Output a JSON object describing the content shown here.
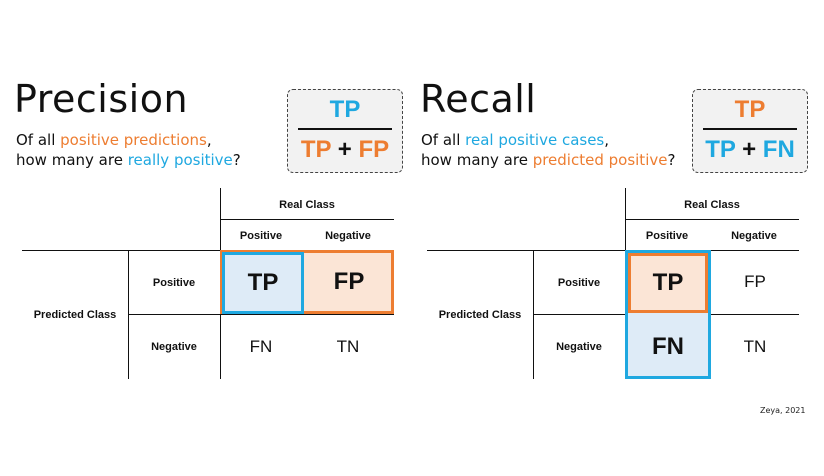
{
  "precision": {
    "title": "Precision",
    "line1_pre": "Of all ",
    "line1_hl": "positive predictions",
    "line1_post": ",",
    "line2_pre": "how many are ",
    "line2_hl": "really positive",
    "line2_post": "?",
    "formula": {
      "numerator": "TP",
      "denom_a": "TP",
      "op": "+",
      "denom_b": "FP"
    },
    "matrix": {
      "real_class": "Real Class",
      "col_positive": "Positive",
      "col_negative": "Negative",
      "predicted_class": "Predicted Class",
      "row_positive": "Positive",
      "row_negative": "Negative",
      "tp": "TP",
      "fp": "FP",
      "fn": "FN",
      "tn": "TN"
    }
  },
  "recall": {
    "title": "Recall",
    "line1_pre": "Of all ",
    "line1_hl": "real positive cases",
    "line1_post": ",",
    "line2_pre": "how many are ",
    "line2_hl": "predicted positive",
    "line2_post": "?",
    "formula": {
      "numerator": "TP",
      "denom_a": "TP",
      "op": "+",
      "denom_b": "FN"
    },
    "matrix": {
      "real_class": "Real Class",
      "col_positive": "Positive",
      "col_negative": "Negative",
      "predicted_class": "Predicted Class",
      "row_positive": "Positive",
      "row_negative": "Negative",
      "tp": "TP",
      "fp": "FP",
      "fn": "FN",
      "tn": "TN"
    }
  },
  "credit": "Zeya, 2021",
  "colors": {
    "orange": "#ed7d31",
    "blue": "#1fa8e0",
    "orange_fill": "#fbe5d6",
    "blue_fill": "#deebf7"
  }
}
